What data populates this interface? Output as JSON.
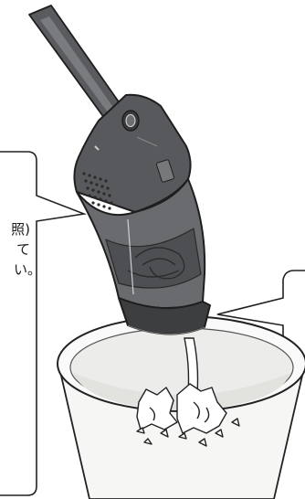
{
  "colors": {
    "vacuum_dark": "#4a4a4c",
    "vacuum_mid": "#66676a",
    "vacuum_light": "#8f9094",
    "bin_fill": "#f4f4f2",
    "outline": "#1e1e1e"
  },
  "icons": [
    "handheld-vacuum-icon",
    "power-button-icon",
    "trash-bin-icon",
    "paper-debris-icon"
  ],
  "callout": {
    "line1": "照)",
    "line2": "て",
    "line3": "い。"
  }
}
